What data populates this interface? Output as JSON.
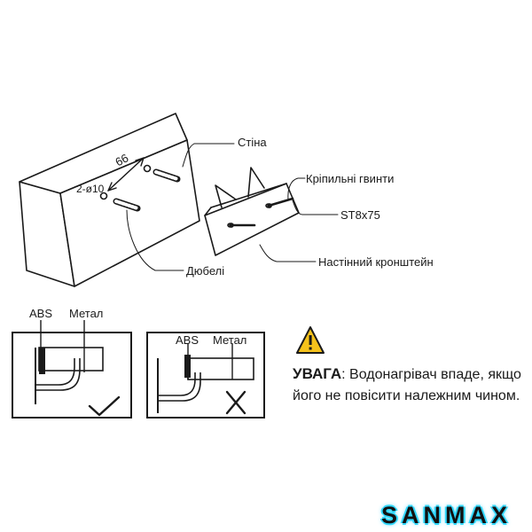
{
  "labels": {
    "wall": "Стіна",
    "fixing_screws": "Кріпильні гвинти",
    "screw_size": "ST8x75",
    "wall_bracket": "Настінний кронштейн",
    "dowels": "Дюбелі",
    "spacing": "66",
    "holes": "2-ø10"
  },
  "detail_correct": {
    "abs": "ABS",
    "metal": "Метал"
  },
  "detail_wrong": {
    "abs": "ABS",
    "metal": "Метал"
  },
  "warning": {
    "title": "УВАГА",
    "text": ": Водонагрівач впаде, якщо його не повісити належним чином."
  },
  "brand": "SANMAX",
  "colors": {
    "ink": "#1a1a1a",
    "warning_yellow": "#f5c21b",
    "brand_glow": "#2fd8ff"
  },
  "icons": [
    "warning-triangle-icon",
    "check-mark-icon",
    "cross-mark-icon"
  ]
}
